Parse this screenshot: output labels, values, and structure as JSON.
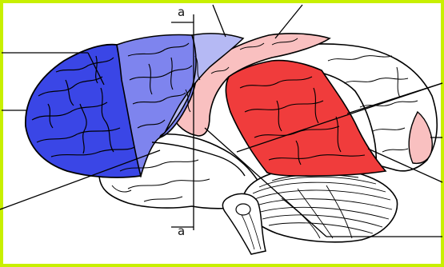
{
  "diagram": {
    "section_marker_top": "a",
    "section_marker_bottom": "a",
    "colors": {
      "frame_border": "#c8f000",
      "frontal_dark": "#3a46e6",
      "frontal_medium": "#7e84ee",
      "frontal_light": "#b5b9f4",
      "pink_light": "#f9c0c0",
      "red_highlight": "#f03c3c",
      "outline": "#000000"
    },
    "icons": [
      "brain-illustration",
      "cerebellum-illustration",
      "brainstem-illustration"
    ]
  }
}
